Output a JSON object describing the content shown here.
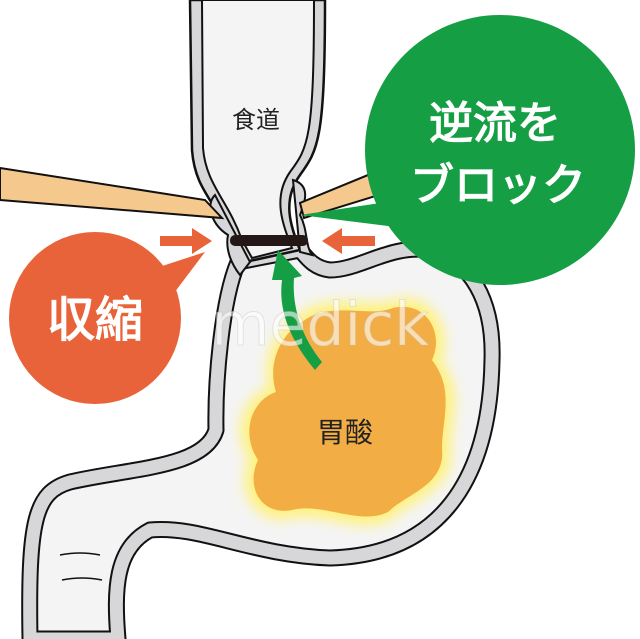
{
  "labels": {
    "esophagus": "食道",
    "block_line1": "逆流を",
    "block_line2": "ブロック",
    "contraction": "収縮",
    "stomach_acid": "胃酸"
  },
  "watermark": "medick",
  "colors": {
    "green": "#169e45",
    "orange": "#e8633a",
    "acid": "#f3ad45",
    "wall": "#d7d7d9",
    "band": "#f5c98d",
    "sphincter": "#231815"
  }
}
